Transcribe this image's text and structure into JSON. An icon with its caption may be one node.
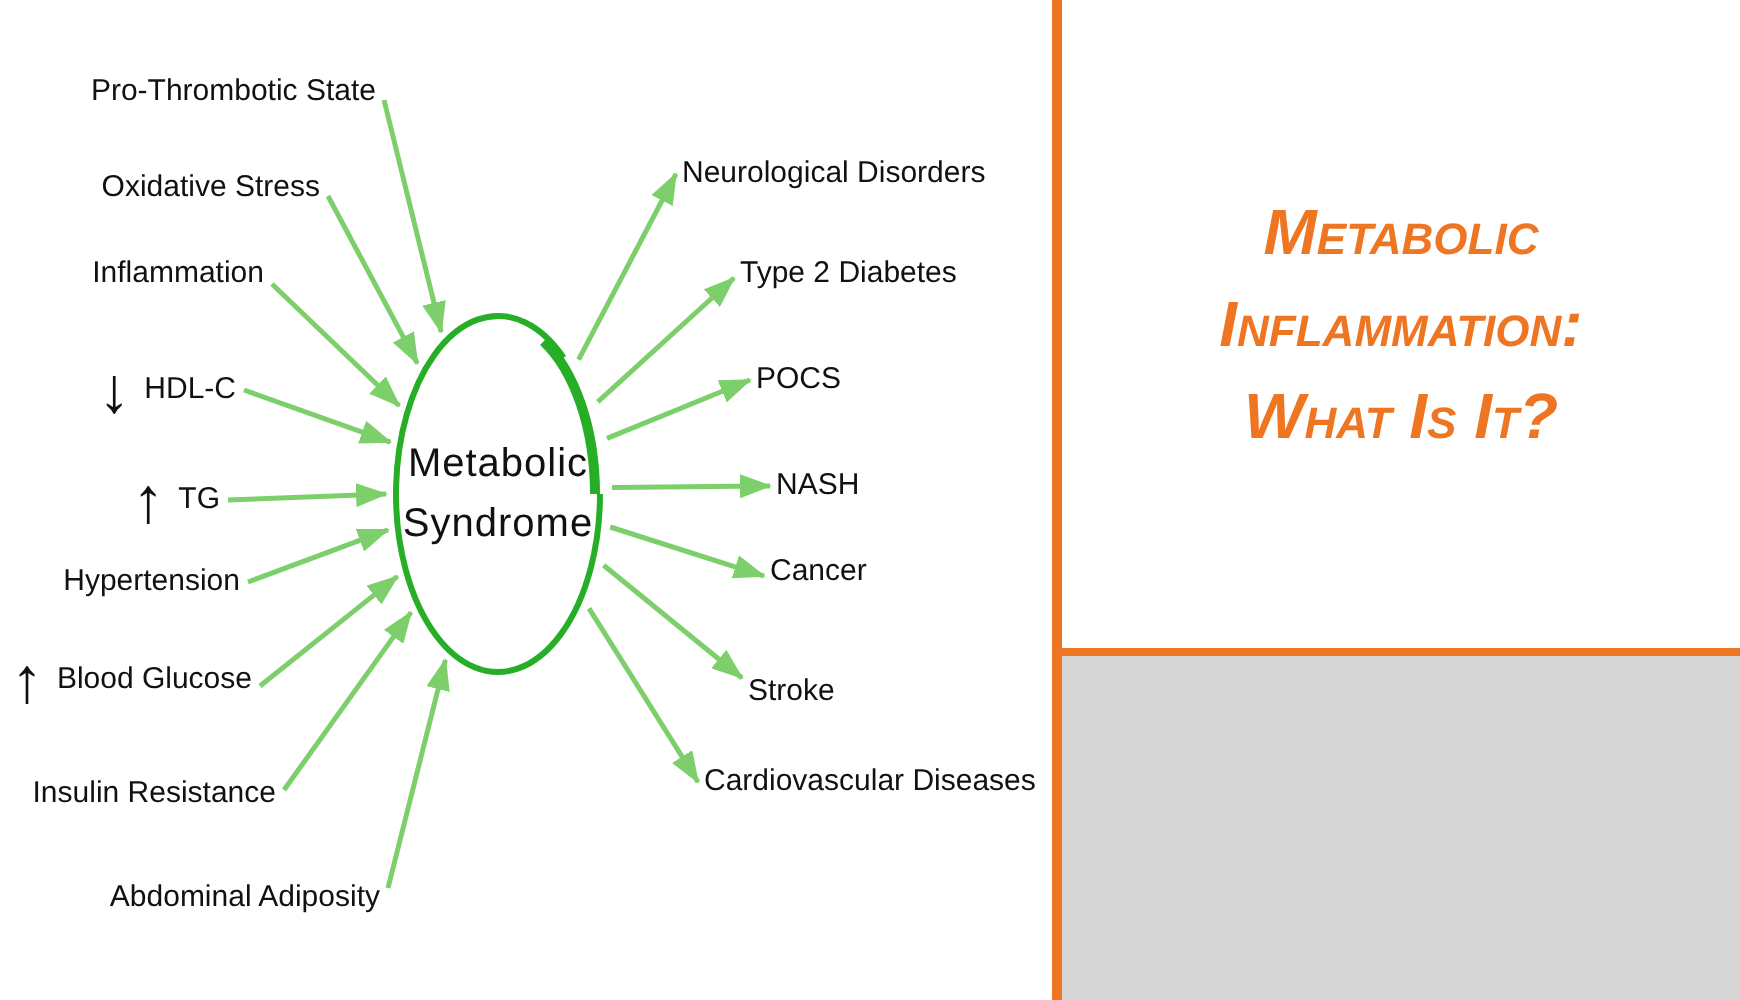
{
  "diagram": {
    "title": "Metabolic Inflammation: What Is It?",
    "nodes": [
      {
        "text": [
          "Pro-Thrombotic State"
        ]
      },
      {
        "text": [
          "Oxidative Stress"
        ]
      },
      {
        "text": [
          "Inflammation"
        ]
      },
      {
        "text": [
          "↓",
          "HDL-C"
        ]
      },
      {
        "text": [
          "↑",
          "TG"
        ]
      },
      {
        "text": [
          "Hypertension"
        ]
      },
      {
        "text": [
          "↑",
          "Blood Glucose"
        ]
      },
      {
        "text": [
          "Insulin Resistance"
        ]
      },
      {
        "text": [
          "Abdominal Adiposity"
        ]
      },
      {
        "text": [
          "Metabolic Syndrome"
        ]
      },
      {
        "text": [
          "Neurological Disorders"
        ]
      },
      {
        "text": [
          "Type 2 Diabetes"
        ]
      },
      {
        "text": [
          "POCS"
        ]
      },
      {
        "text": [
          "NASH"
        ]
      },
      {
        "text": [
          "Cancer"
        ]
      },
      {
        "text": [
          "Stroke"
        ]
      },
      {
        "text": [
          "Cardiovascular Diseases"
        ]
      }
    ],
    "edges": [
      {
        "from": 0,
        "to": 9,
        "arrow": "to"
      },
      {
        "from": 1,
        "to": 9,
        "arrow": "to"
      },
      {
        "from": 2,
        "to": 9,
        "arrow": "to"
      },
      {
        "from": 3,
        "to": 9,
        "arrow": "to"
      },
      {
        "from": 4,
        "to": 9,
        "arrow": "to"
      },
      {
        "from": 5,
        "to": 9,
        "arrow": "to"
      },
      {
        "from": 6,
        "to": 9,
        "arrow": "to"
      },
      {
        "from": 7,
        "to": 9,
        "arrow": "to"
      },
      {
        "from": 8,
        "to": 9,
        "arrow": "to"
      },
      {
        "from": 9,
        "to": 10,
        "arrow": "to"
      },
      {
        "from": 9,
        "to": 11,
        "arrow": "to"
      },
      {
        "from": 9,
        "to": 12,
        "arrow": "to"
      },
      {
        "from": 9,
        "to": 13,
        "arrow": "to"
      },
      {
        "from": 9,
        "to": 14,
        "arrow": "to"
      },
      {
        "from": 9,
        "to": 15,
        "arrow": "to"
      },
      {
        "from": 9,
        "to": 16,
        "arrow": "to"
      }
    ]
  }
}
